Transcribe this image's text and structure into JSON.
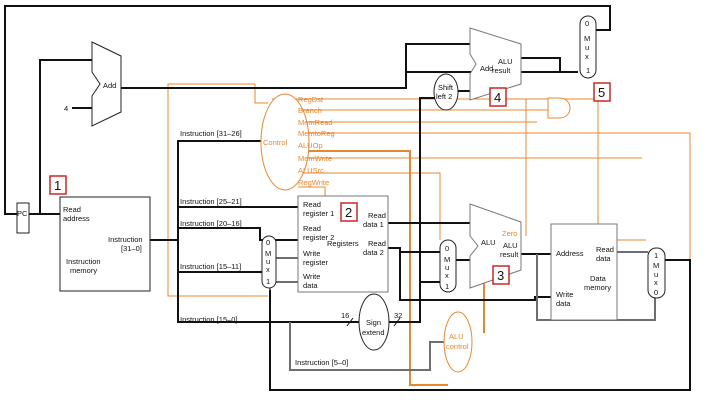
{
  "tags": [
    "1",
    "2",
    "3",
    "4",
    "5"
  ],
  "pc": "PC",
  "four": "4",
  "add_top": "Add",
  "add_branch": "Add",
  "alu_result_branch": [
    "ALU",
    "result"
  ],
  "shift": [
    "Shift",
    "left 2"
  ],
  "imem": {
    "read_address": [
      "Read",
      "address"
    ],
    "instruction_out": [
      "Instruction",
      "[31–0]"
    ],
    "title": [
      "Instruction",
      "memory"
    ]
  },
  "instr_fields": [
    "Instruction [31–26]",
    "Instruction [25–21]",
    "Instruction [20–16]",
    "Instruction [15–11]",
    "Instruction [15–0]",
    "Instruction [5–0]"
  ],
  "control": {
    "title": "Control",
    "signals": [
      "RegDst",
      "Branch",
      "MemRead",
      "MemtoReg",
      "ALUOp",
      "MemWrite",
      "ALUSrc",
      "RegWrite"
    ]
  },
  "registers": {
    "title": "Registers",
    "read_reg1": [
      "Read",
      "register 1"
    ],
    "read_reg2": [
      "Read",
      "register 2"
    ],
    "write_reg": [
      "Write",
      "register"
    ],
    "write_data": [
      "Write",
      "data"
    ],
    "read_data1": [
      "Read",
      "data 1"
    ],
    "read_data2": [
      "Read",
      "data 2"
    ]
  },
  "mux_letters": [
    "M",
    "u",
    "x"
  ],
  "mux_regdst": [
    "0",
    "1"
  ],
  "mux_alusrc": [
    "0",
    "1"
  ],
  "mux_pcsrc": [
    "0",
    "1"
  ],
  "mux_memtoreg": [
    "1",
    "0"
  ],
  "alu": {
    "label": "ALU",
    "zero": "Zero",
    "result": [
      "ALU",
      "result"
    ]
  },
  "dmem": {
    "address": "Address",
    "read_data": [
      "Read",
      "data"
    ],
    "write_data": [
      "Write",
      "data"
    ],
    "title": [
      "Data",
      "memory"
    ]
  },
  "sign_extend": {
    "title": [
      "Sign",
      "extend"
    ],
    "in_bits": "16",
    "out_bits": "32"
  },
  "alu_control": [
    "ALU",
    "control"
  ]
}
